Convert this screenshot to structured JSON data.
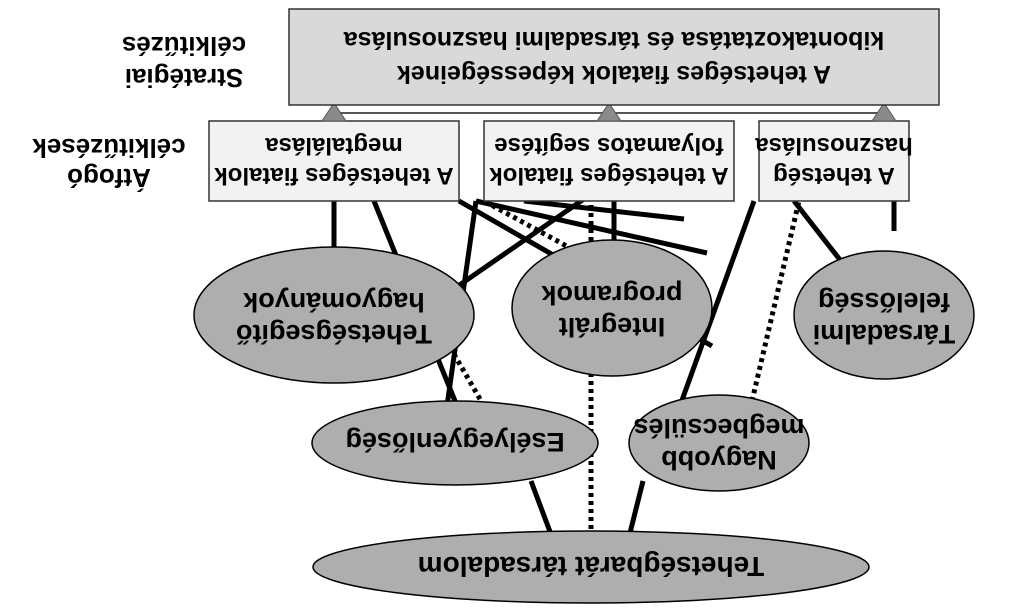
{
  "orientation": "upside-down (rotated 180 degrees)",
  "top_goal": "Tehetségbarát társadalom",
  "middle_goals": [
    {
      "label": "Esélyegyenlőség"
    },
    {
      "label": "Nagyobb megbecsülés",
      "line1": "Nagyobb",
      "line2": "megbecsülés"
    }
  ],
  "programs": [
    {
      "line1": "Tehetségsegítő",
      "line2": "hagyományok"
    },
    {
      "line1": "Integrált",
      "line2": "programok"
    },
    {
      "line1": "Társadalmi",
      "line2": "felelősség"
    }
  ],
  "cross_goals": {
    "side_label_line1": "Átfogó",
    "side_label_line2": "célkitűzések",
    "items": [
      {
        "line1": "A tehetséges fiatalok",
        "line2": "megtalálása"
      },
      {
        "line1": "A tehetséges fiatalok",
        "line2": "folyamatos segítése"
      },
      {
        "line1": "A tehetség",
        "line2": "hasznosulása"
      }
    ]
  },
  "strategic_goal": {
    "side_label_line1": "Stratégiai",
    "side_label_line2": "célkitűzés",
    "line1": "A tehetséges fiatalok képességeinek",
    "line2": "kibontakoztatása és társadalmi hasznosulása"
  },
  "colors": {
    "ellipse_fill": "#aeaeae",
    "box_fill": "#f2f2f2",
    "strategic_box_fill": "#d9d9d9",
    "lines": "#000000"
  }
}
